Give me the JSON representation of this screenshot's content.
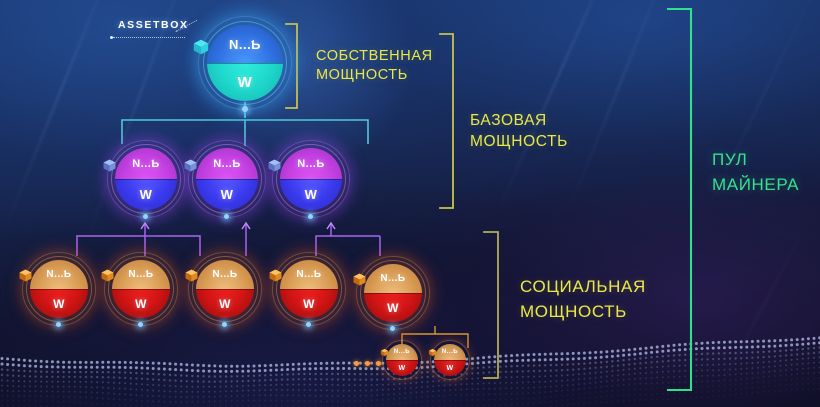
{
  "diagram": {
    "title_visible": false,
    "assetbox_label": "ASSETBOX",
    "node_label_top": "N...Ƅ",
    "node_label_bottom": "W",
    "captions": {
      "own_power_line1": "СОБСТВЕННАЯ",
      "own_power_line2": "МОЩНОСТЬ",
      "base_power_line1": "БАЗОВАЯ",
      "base_power_line2": "МОЩНОСТЬ",
      "social_power_line1": "СОЦИАЛЬНАЯ",
      "social_power_line2": "МОЩНОСТЬ",
      "miner_pool_line1": "ПУЛ",
      "miner_pool_line2": "МАЙНЕРА"
    },
    "colors": {
      "caption_yellow": "#e8e84a",
      "caption_green": "#37e08f",
      "bracket_yellow": "#c9c24a",
      "bracket_green": "#2fe08c",
      "bracket_cyan": "#4fd8e0",
      "bracket_purple": "#a964ee",
      "bracket_orange": "#d8982f",
      "level1_top": "#2f7ef0",
      "level1_bottom": "#20e3d0",
      "level2_top": "#c840e8",
      "level2_bottom": "#3b3bf0",
      "level3_top": "#e0a05a",
      "level3_bottom": "#e01515",
      "cube_cyan": "#2fd8e8",
      "cube_orange": "#f09020"
    },
    "levels": [
      {
        "name": "own-power",
        "count": 1,
        "nodes": [
          {
            "top": "N...Ƅ",
            "bottom": "W",
            "cube": "cyan"
          }
        ]
      },
      {
        "name": "base-power",
        "count": 3,
        "nodes": [
          {
            "top": "N...Ƅ",
            "bottom": "W",
            "cube": "violet"
          },
          {
            "top": "N...Ƅ",
            "bottom": "W",
            "cube": "violet"
          },
          {
            "top": "N...Ƅ",
            "bottom": "W",
            "cube": "violet"
          }
        ]
      },
      {
        "name": "social-power",
        "count": 5,
        "nodes": [
          {
            "top": "N...Ƅ",
            "bottom": "W",
            "cube": "orange"
          },
          {
            "top": "N...Ƅ",
            "bottom": "W",
            "cube": "orange"
          },
          {
            "top": "N...Ƅ",
            "bottom": "W",
            "cube": "orange"
          },
          {
            "top": "N...Ƅ",
            "bottom": "W",
            "cube": "orange"
          },
          {
            "top": "N...Ƅ",
            "bottom": "W",
            "cube": "orange"
          }
        ]
      },
      {
        "name": "social-power-sub",
        "count": 2,
        "nodes": [
          {
            "top": "N...Ƅ",
            "bottom": "W",
            "cube": "orange"
          },
          {
            "top": "N...Ƅ",
            "bottom": "W",
            "cube": "orange"
          }
        ]
      }
    ],
    "ellipsis": "•••"
  }
}
